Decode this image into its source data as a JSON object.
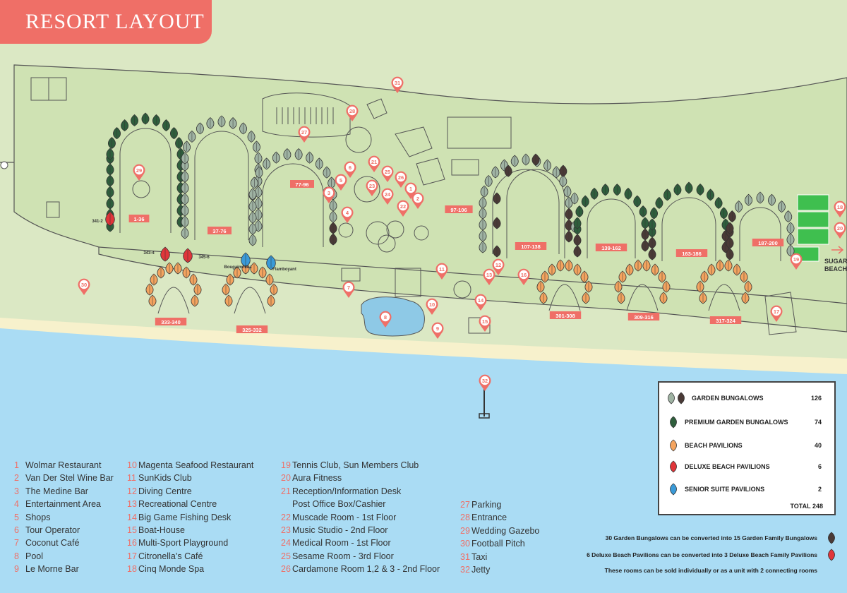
{
  "title": "RESORT LAYOUT",
  "beach_text": [
    "SUGAR",
    "BEACH"
  ],
  "room_labels": [
    "1-36",
    "37-76",
    "77-96",
    "97-106",
    "107-138",
    "139-162",
    "163-186",
    "187-200",
    "333-340",
    "325-332",
    "301-308",
    "309-316",
    "317-324",
    "341-2",
    "343-4",
    "345-6",
    "Bougainvillea",
    "Flamboyant"
  ],
  "pins": [
    "1",
    "2",
    "3",
    "4",
    "5",
    "6",
    "7",
    "8",
    "9",
    "10",
    "11",
    "12",
    "13",
    "14",
    "15",
    "16",
    "17",
    "18",
    "19",
    "20",
    "21",
    "22",
    "23",
    "24",
    "25",
    "26",
    "27",
    "28",
    "29",
    "30",
    "31",
    "32"
  ],
  "key": [
    {
      "n": "1",
      "label": "Wolmar Restaurant"
    },
    {
      "n": "2",
      "label": "Van Der Stel Wine Bar"
    },
    {
      "n": "3",
      "label": "The Medine Bar"
    },
    {
      "n": "4",
      "label": "Entertainment Area"
    },
    {
      "n": "5",
      "label": "Shops"
    },
    {
      "n": "6",
      "label": "Tour Operator"
    },
    {
      "n": "7",
      "label": "Coconut Café"
    },
    {
      "n": "8",
      "label": "Pool"
    },
    {
      "n": "9",
      "label": "Le Morne Bar"
    },
    {
      "n": "10",
      "label": "Magenta Seafood Restaurant"
    },
    {
      "n": "11",
      "label": "SunKids Club"
    },
    {
      "n": "12",
      "label": "Diving Centre"
    },
    {
      "n": "13",
      "label": "Recreational Centre"
    },
    {
      "n": "14",
      "label": "Big Game Fishing Desk"
    },
    {
      "n": "15",
      "label": "Boat-House"
    },
    {
      "n": "16",
      "label": "Multi-Sport Playground"
    },
    {
      "n": "17",
      "label": "Citronella’s Café"
    },
    {
      "n": "18",
      "label": "Cinq Monde Spa"
    },
    {
      "n": "19",
      "label": "Tennis Club, Sun Members Club"
    },
    {
      "n": "20",
      "label": "Aura Fitness"
    },
    {
      "n": "21",
      "label": "Reception/Information Desk"
    },
    {
      "n": "",
      "label": "Post Office Box/Cashier"
    },
    {
      "n": "22",
      "label": "Muscade Room - 1st Floor"
    },
    {
      "n": "23",
      "label": "Music Studio - 2nd Floor"
    },
    {
      "n": "24",
      "label": "Medical Room - 1st Floor"
    },
    {
      "n": "25",
      "label": "Sesame Room - 3rd Floor"
    },
    {
      "n": "26",
      "label": "Cardamone Room 1,2 & 3 - 2nd Floor"
    },
    {
      "n": "27",
      "label": "Parking"
    },
    {
      "n": "28",
      "label": "Entrance"
    },
    {
      "n": "29",
      "label": "Wedding Gazebo"
    },
    {
      "n": "30",
      "label": "Football Pitch"
    },
    {
      "n": "31",
      "label": "Taxi"
    },
    {
      "n": "32",
      "label": "Jetty"
    }
  ],
  "legend": {
    "items": [
      {
        "label": "GARDEN BUNGALOWS",
        "count": "126"
      },
      {
        "label": "PREMIUM GARDEN BUNGALOWS",
        "count": "74"
      },
      {
        "label": "BEACH PAVILIONS",
        "count": "40"
      },
      {
        "label": "DELUXE BEACH PAVILIONS",
        "count": "6"
      },
      {
        "label": "SENIOR SUITE PAVILIONS",
        "count": "2"
      }
    ],
    "total": "TOTAL 248"
  },
  "notes": [
    "30 Garden Bungalows can be converted into 15 Garden Family Bungalows",
    "6 Deluxe Beach Pavilions can be converted into 3 Deluxe Beach Family Pavilions",
    "These rooms can be sold individually or as a unit with 2 connecting rooms"
  ],
  "colors": {
    "garden": "#9fb3a3",
    "premium": "#2e5e3c",
    "beach": "#f4a45f",
    "deluxe": "#e0353a",
    "senior": "#3a9ad8",
    "dark": "#4a3a36",
    "accent": "#ef6f67",
    "sea": "#aadcf4",
    "sand": "#f7f1cc",
    "land": "#dbe8c4"
  }
}
